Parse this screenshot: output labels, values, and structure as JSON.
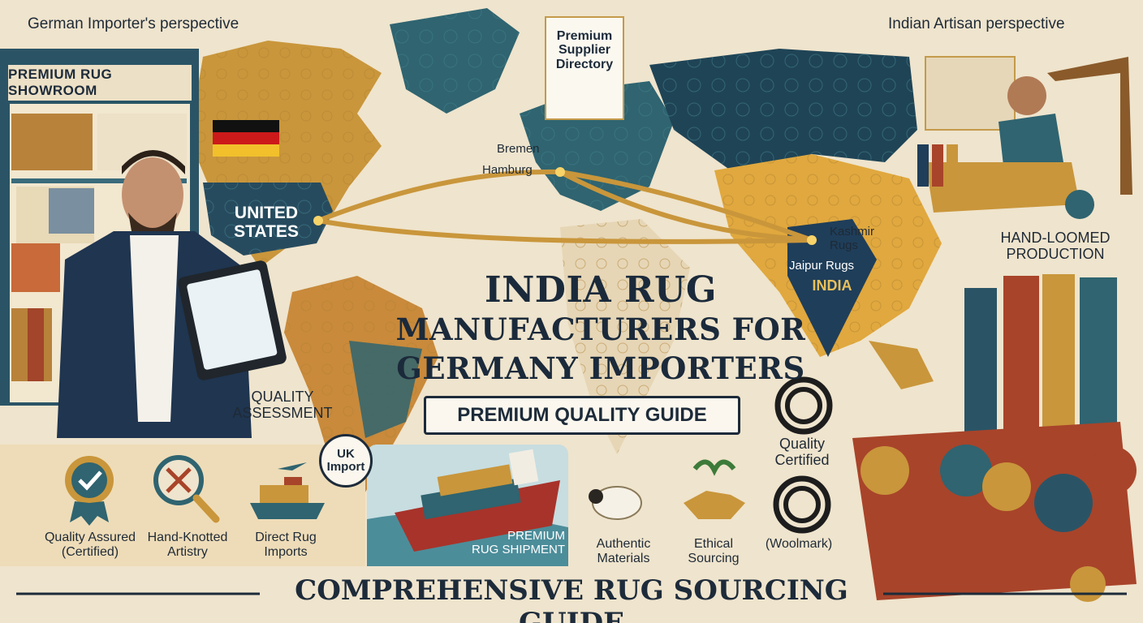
{
  "header": {
    "left_perspective": "German Importer's perspective",
    "right_perspective": "Indian Artisan perspective"
  },
  "title": {
    "line1": "INDIA RUG",
    "line2": "MANUFACTURERS FOR",
    "line3": "GERMANY IMPORTERS",
    "banner": "PREMIUM QUALITY GUIDE"
  },
  "footer": "COMPREHENSIVE RUG SOURCING GUIDE",
  "showroom_sign": "PREMIUM RUG SHOWROOM",
  "certificate": {
    "line1": "Premium",
    "line2": "Supplier",
    "line3": "Directory"
  },
  "map_labels": {
    "united_states_1": "UNITED",
    "united_states_2": "STATES",
    "bremen": "Bremen",
    "hamburg": "Hamburg",
    "kashmir_1": "Kashmir",
    "kashmir_2": "Rugs",
    "jaipur": "Jaipur Rugs",
    "india": "INDIA"
  },
  "callouts": {
    "quality_assessment_1": "QUALITY",
    "quality_assessment_2": "ASSESSMENT",
    "hand_loomed_1": "HAND-LOOMED",
    "hand_loomed_2": "PRODUCTION",
    "uk_import_1": "UK",
    "uk_import_2": "Import",
    "ship_1": "PREMIUM",
    "ship_2": "RUG SHIPMENT"
  },
  "icons_left": [
    {
      "line1": "Quality Assured",
      "line2": "(Certified)",
      "icon": "badge-check-icon"
    },
    {
      "line1": "Hand-Knotted",
      "line2": "Artistry",
      "icon": "magnifier-knot-icon"
    },
    {
      "line1": "Direct Rug",
      "line2": "Imports",
      "icon": "ship-plane-icon"
    }
  ],
  "icons_right": [
    {
      "line1": "Authentic",
      "line2": "Materials",
      "icon": "sheep-icon"
    },
    {
      "line1": "Ethical",
      "line2": "Sourcing",
      "icon": "handshake-icon"
    },
    {
      "line1": "(Woolmark)",
      "line2": "",
      "icon": "woolmark-icon"
    },
    {
      "line1": "Quality",
      "line2": "Certified",
      "icon": "woolmark-icon"
    }
  ],
  "colors": {
    "parchment": "#efe4cd",
    "navy": "#1d2b3a",
    "teal": "#2f6470",
    "gold": "#c9963b",
    "rust": "#a8442a"
  }
}
